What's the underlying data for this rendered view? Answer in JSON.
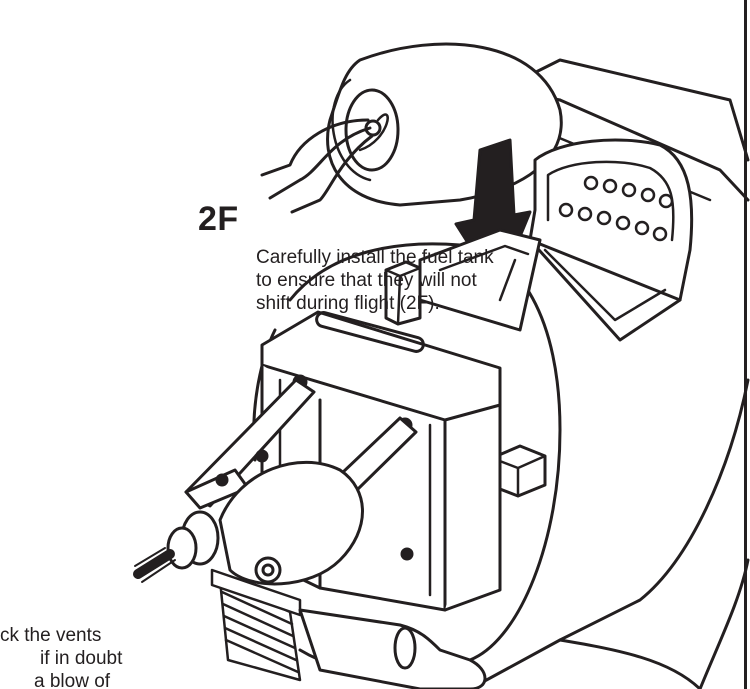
{
  "step": {
    "label": "2F",
    "instruction_lines": [
      "Carefully install the fuel tank",
      "to ensure that they will not",
      "shift during flight (2F)."
    ]
  },
  "clipped_note": {
    "lines": [
      "ck the vents",
      "if in doubt",
      "a blow of"
    ]
  },
  "colors": {
    "ink": "#231f20",
    "paper": "#ffffff"
  }
}
